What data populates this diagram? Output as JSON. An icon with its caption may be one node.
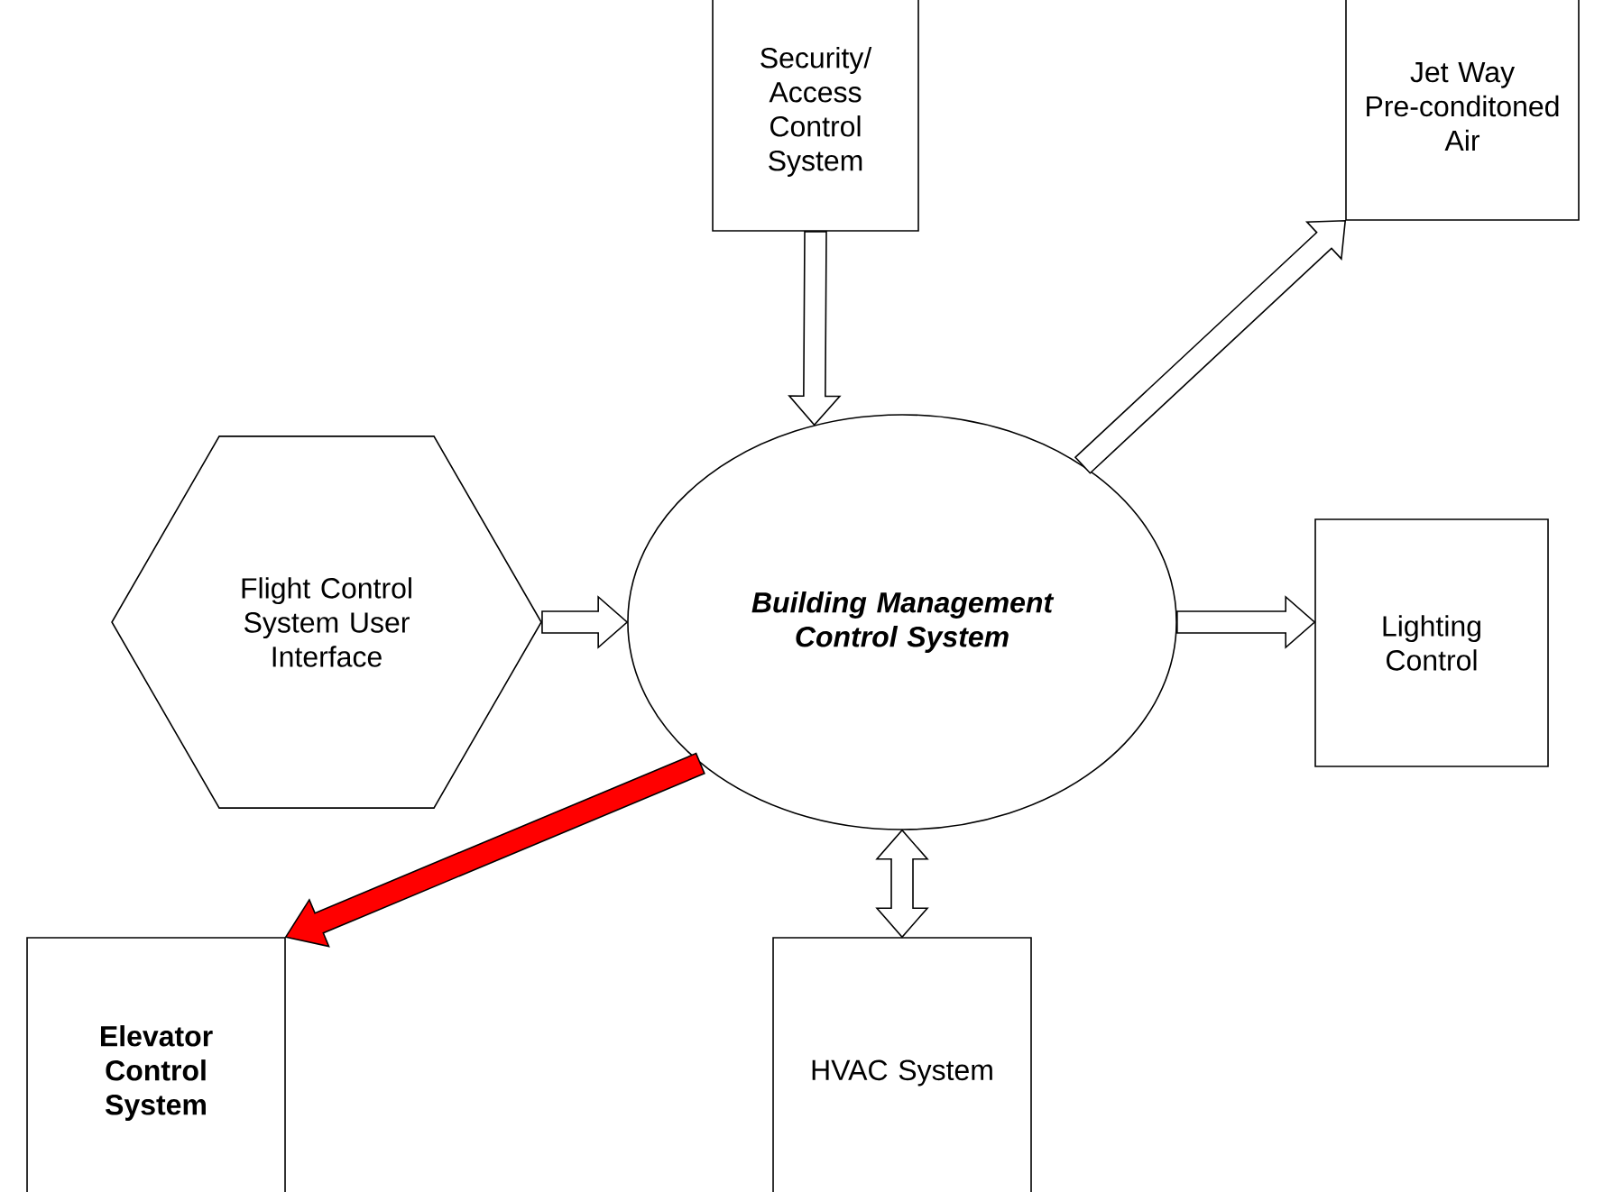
{
  "diagram": {
    "nodes": [
      {
        "text": [
          "Security/ Access Control System"
        ]
      },
      {
        "text": [
          "Jet Way Pre-conditoned Air"
        ]
      },
      {
        "text": [
          "Flight Control System User Interface"
        ]
      },
      {
        "text": [
          "Building Management Control System"
        ]
      },
      {
        "text": [
          "Lighting Control"
        ]
      },
      {
        "text": [
          "Elevator Control System"
        ]
      },
      {
        "text": [
          "HVAC System"
        ]
      }
    ],
    "edges": [
      {
        "from": 0,
        "to": 3,
        "arrow": "to"
      },
      {
        "from": 3,
        "to": 1,
        "arrow": "to"
      },
      {
        "from": 2,
        "to": 3,
        "arrow": "to"
      },
      {
        "from": 3,
        "to": 4,
        "arrow": "to"
      },
      {
        "from": 3,
        "to": 6,
        "arrow": "both"
      },
      {
        "from": 3,
        "to": 5,
        "arrow": "to",
        "color": "#ff0000"
      }
    ]
  }
}
